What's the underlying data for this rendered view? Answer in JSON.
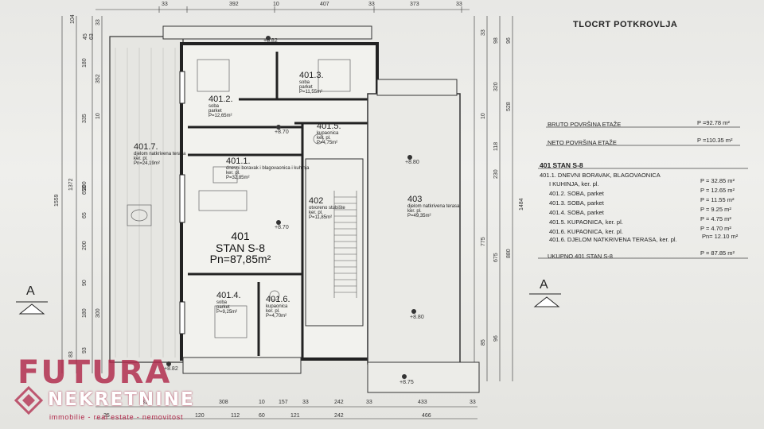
{
  "title": "TLOCRT POTKROVLJA",
  "summary": {
    "bruto_label": "BRUTO POVRŠINA ETAŽE",
    "bruto_value": "P =92.78 m²",
    "neto_label": "NETO POVRŠINA ETAŽE",
    "neto_value": "P =110.35 m²",
    "apt_title": "401 STAN S-8",
    "rows": [
      {
        "label": "401.1. DNEVNI BORAVAK, BLAGOVAONICA",
        "value": ""
      },
      {
        "label": "I KUHINJA, ker. pl.",
        "value": "P = 32.85  m²"
      },
      {
        "label": "401.2. SOBA, parket",
        "value": "P = 12.65  m²"
      },
      {
        "label": "401.3. SOBA, parket",
        "value": "P = 11.55  m²"
      },
      {
        "label": "401.4. SOBA, parket",
        "value": "P =   9.25  m²"
      },
      {
        "label": "401.5. KUPAONICA, ker. pl.",
        "value": "P =   4.75  m²"
      },
      {
        "label": "401.6. KUPAONICA, ker. pl.",
        "value": "P =   4.70  m²"
      },
      {
        "label": "401.6. DJELOM NATKRIVENA TERASA, ker. pl.",
        "value": "Pn= 12.10  m²"
      }
    ],
    "total_label": "UKUPNO 401 STAN S-8",
    "total_value": "P = 87.85 m²"
  },
  "rooms": {
    "r4011": {
      "num": "401.1.",
      "name": "dnevni boravak i blagovaonica i kuhinja",
      "floor": "ker. pl.",
      "area": "P=32,85m²"
    },
    "r4012": {
      "num": "401.2.",
      "name": "soba",
      "floor": "parket",
      "area": "P=12,65m²"
    },
    "r4013": {
      "num": "401.3.",
      "name": "soba",
      "floor": "parket",
      "area": "P=11,55m²"
    },
    "r4014": {
      "num": "401.4.",
      "name": "soba",
      "floor": "parket",
      "area": "P=9,25m²"
    },
    "r4015": {
      "num": "401.5.",
      "name": "kupaonica",
      "floor": "ker. pl.",
      "area": "P=4,75m²"
    },
    "r4016": {
      "num": "401.6.",
      "name": "kupaonica",
      "floor": "ker. pl.",
      "area": "P=4,70m²"
    },
    "r4017": {
      "num": "401.7.",
      "name": "djelom natkrivena terasa",
      "floor": "ker. pl.",
      "area": "Pn=24,19m²"
    },
    "r402": {
      "num": "402",
      "name": "otvoreno stubište",
      "floor": "ker. pl.",
      "area": "P=11,85m²"
    },
    "r403": {
      "num": "403",
      "name": "djelom natkrivena terasa",
      "floor": "ker. pl.",
      "area": "P=49,35m²"
    }
  },
  "apartment": {
    "num": "401",
    "name": "STAN S-8",
    "area": "Pn=87,85m²"
  },
  "levels": [
    "+8.82",
    "+8.70",
    "+8.70",
    "+8.80",
    "+8.80",
    "+8.82",
    "+8.75"
  ],
  "dims_top": [
    "33",
    "392",
    "10",
    "407",
    "33",
    "373",
    "33"
  ],
  "dims_bottom_row1": [
    "317",
    "308",
    "10",
    "157",
    "33",
    "242",
    "33",
    "433",
    "33"
  ],
  "dims_bottom_row2": [
    "25",
    "120",
    "112",
    "60",
    "121",
    "242",
    "466"
  ],
  "dims_left": [
    "104",
    "45",
    "63",
    "33",
    "180",
    "352",
    "335",
    "10",
    "1559",
    "1372",
    "650",
    "65",
    "200",
    "200",
    "90",
    "180",
    "300",
    "93",
    "83"
  ],
  "dims_right": [
    "33",
    "98",
    "96",
    "320",
    "528",
    "10",
    "118",
    "230",
    "1484",
    "775",
    "675",
    "880",
    "96",
    "85"
  ],
  "section_label": "A",
  "logo": {
    "top": "FUTURA",
    "middle": "NEKRETNINE",
    "sub": "immobilie - real estate - nemovitost"
  }
}
